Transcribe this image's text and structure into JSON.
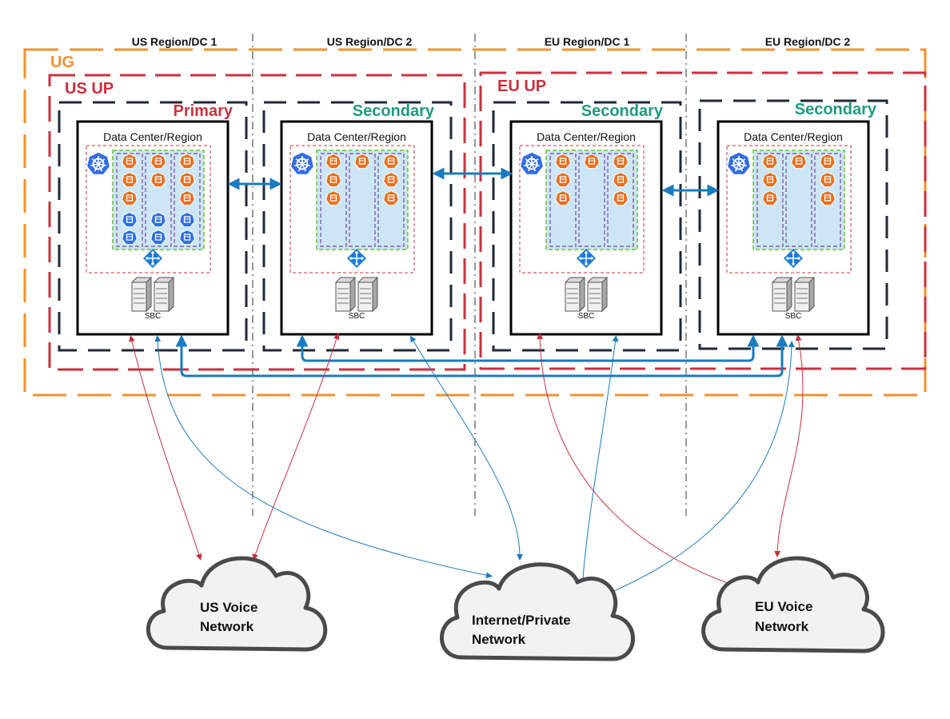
{
  "regions": [
    {
      "label": "US Region/DC 1"
    },
    {
      "label": "US Region/DC 2"
    },
    {
      "label": "EU Region/DC 1"
    },
    {
      "label": "EU Region/DC 2"
    }
  ],
  "groups": {
    "ug": {
      "label": "UG",
      "color": "#f0922f"
    },
    "us_up": {
      "label": "US UP",
      "color": "#c9313f"
    },
    "eu_up": {
      "label": "EU UP",
      "color": "#c9313f"
    }
  },
  "roles": {
    "primary": {
      "label": "Primary",
      "color": "#c9313f"
    },
    "secondary": {
      "label": "Secondary",
      "color": "#1f9a7d"
    }
  },
  "datacenters": [
    {
      "title": "Data Center/Region",
      "sbc": "SBC",
      "role": "Primary"
    },
    {
      "title": "Data Center/Region",
      "sbc": "SBC",
      "role": "Secondary"
    },
    {
      "title": "Data Center/Region",
      "sbc": "SBC",
      "role": "Secondary"
    },
    {
      "title": "Data Center/Region",
      "sbc": "SBC",
      "role": "Secondary"
    }
  ],
  "clouds": {
    "us_voice": {
      "line1": "US Voice",
      "line2": "Network"
    },
    "internet": {
      "line1": "Internet/Private",
      "line2": "Network"
    },
    "eu_voice": {
      "line1": "EU Voice",
      "line2": "Network"
    }
  },
  "colors": {
    "blue_link": "#1b7bbf",
    "red_link": "#c9313f",
    "pod_orange": "#e8701f",
    "pod_blue": "#2f6fe0",
    "k8s_blue": "#326ce5",
    "node_fill": "#cce6f5",
    "dark_dash": "#1f2937"
  }
}
